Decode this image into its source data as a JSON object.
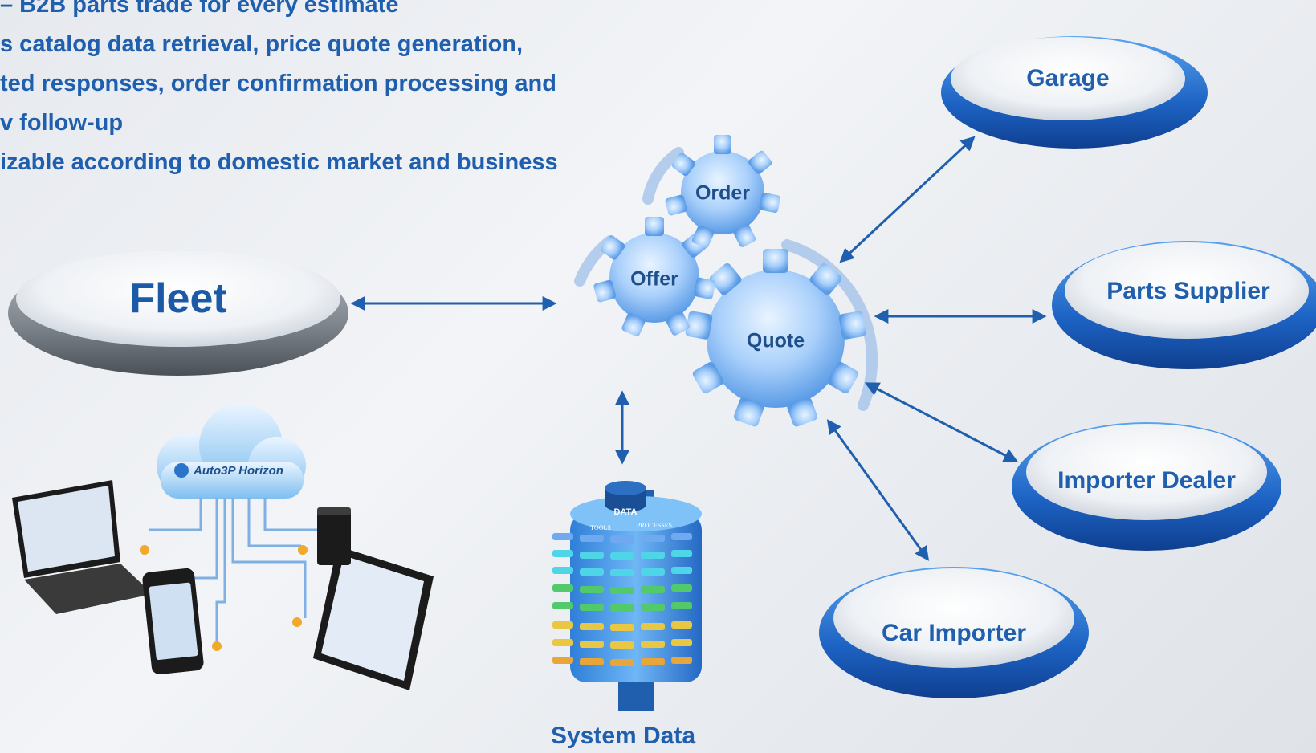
{
  "bullets": [
    "– B2B parts trade for every estimate",
    "s catalog data retrieval, price quote generation,",
    "ted responses, order confirmation processing and",
    "v follow-up",
    "izable according to domestic market and business"
  ],
  "fleet": {
    "label": "Fleet"
  },
  "gears": {
    "order": "Order",
    "offer": "Offer",
    "quote": "Quote"
  },
  "partners": {
    "garage": "Garage",
    "parts_supplier": "Parts Supplier",
    "importer_dealer": "Importer Dealer",
    "car_importer": "Car Importer"
  },
  "cloud": {
    "label": "Auto3P Horizon"
  },
  "system_data": {
    "label": "System Data",
    "data_tag": "DATA",
    "tools_tag": "TOOLS",
    "processes_tag": "PROCESSES"
  },
  "colors": {
    "accent": "#1f5fae",
    "arrow": "#1f5fae",
    "gear": "#7fb6f2"
  }
}
